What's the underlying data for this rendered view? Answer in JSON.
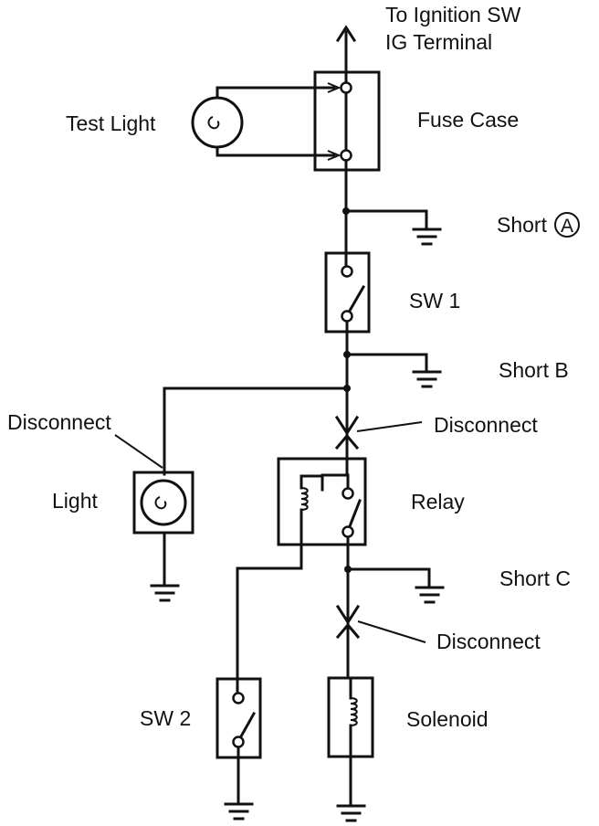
{
  "labels": {
    "ignition_line1": "To Ignition SW",
    "ignition_line2": "IG Terminal",
    "test_light": "Test Light",
    "fuse_case": "Fuse Case",
    "short_a": "Short",
    "short_a_letter": "A",
    "sw1": "SW 1",
    "short_b": "Short B",
    "disconnect_left": "Disconnect",
    "disconnect_upper": "Disconnect",
    "light": "Light",
    "relay": "Relay",
    "short_c": "Short C",
    "disconnect_lower": "Disconnect",
    "sw2": "SW 2",
    "solenoid": "Solenoid"
  },
  "colors": {
    "ink": "#111111",
    "background": "#ffffff"
  }
}
